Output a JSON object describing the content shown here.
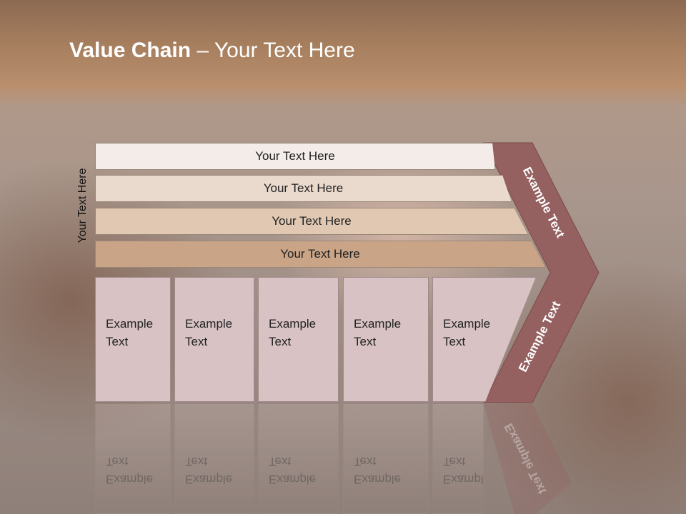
{
  "slide": {
    "title_bold": "Value Chain",
    "title_rest": " – Your Text Here",
    "vertical_label": "Your Text Here",
    "bars": [
      "Your Text Here",
      "Your Text Here",
      "Your Text Here",
      "Your Text Here"
    ],
    "bar_colors": [
      "#f3ece8",
      "#ead9cd",
      "#e0c8b2",
      "#c9a487"
    ],
    "boxes": [
      {
        "line1": "Example",
        "line2": "Text"
      },
      {
        "line1": "Example",
        "line2": "Text"
      },
      {
        "line1": "Example",
        "line2": "Text"
      },
      {
        "line1": "Example",
        "line2": "Text"
      },
      {
        "line1": "Example",
        "line2": "Text"
      }
    ],
    "chevron_top_label": "Example Text",
    "chevron_bottom_label": "Example Text",
    "chevron_color": "#946060"
  }
}
